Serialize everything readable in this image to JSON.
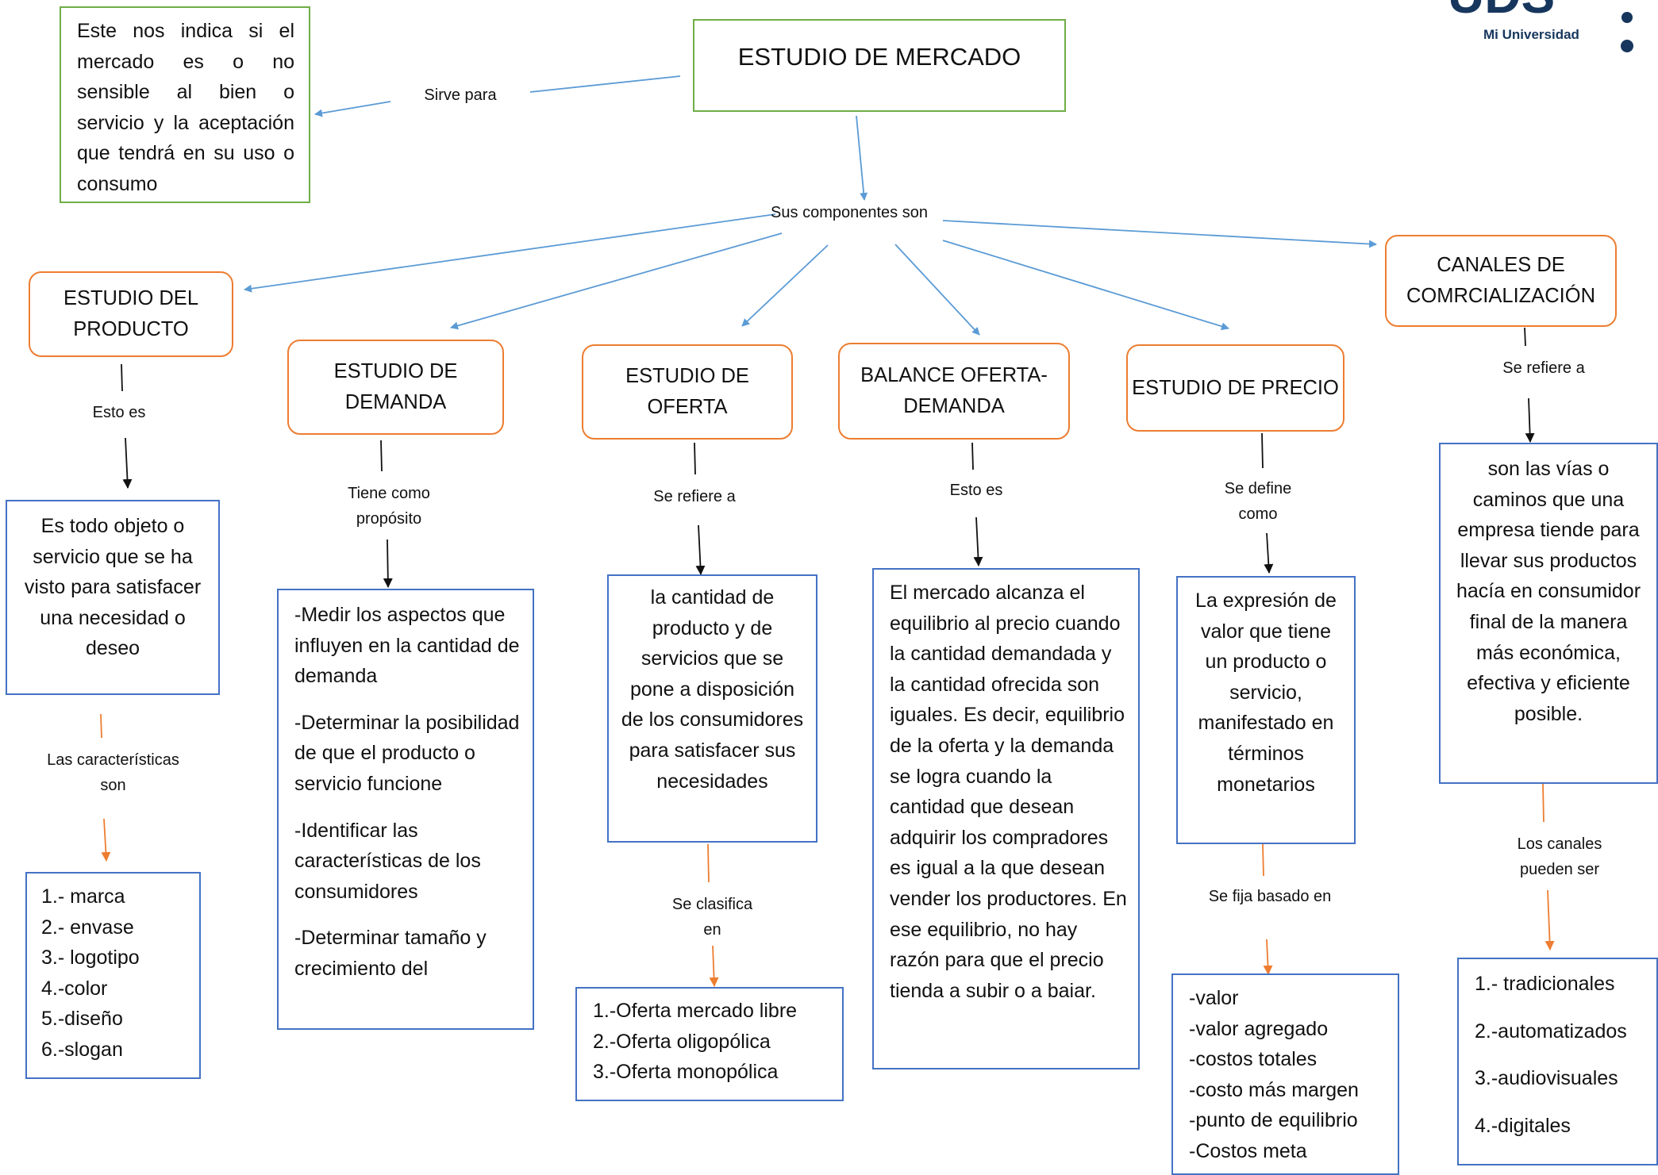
{
  "title": "ESTUDIO DE MERCADO",
  "logo": {
    "name": "UDS",
    "subtitle": "Mi Universidad"
  },
  "top_note": {
    "connector": "Sirve para",
    "text": "Este nos indica si el mercado es o no sensible al bien o servicio y la aceptación que tendrá en su uso o consumo"
  },
  "components_label": "Sus componentes son",
  "branches": {
    "producto": {
      "title": "ESTUDIO DEL PRODUCTO",
      "connector": "Esto es",
      "definition": "Es todo objeto o servicio que se ha visto para satisfacer una necesidad o deseo",
      "sub_connector": "Las características son",
      "items": [
        "1.- marca",
        "2.- envase",
        "3.- logotipo",
        "4.-color",
        "5.-diseño",
        "6.-slogan"
      ]
    },
    "demanda": {
      "title": "ESTUDIO DE DEMANDA",
      "connector": "Tiene como propósito",
      "items": [
        "-Medir los aspectos que influyen en la cantidad de demanda",
        "-Determinar la posibilidad de que el producto o servicio funcione",
        "-Identificar las características de los consumidores",
        "-Determinar tamaño y crecimiento del"
      ]
    },
    "oferta": {
      "title": "ESTUDIO DE OFERTA",
      "connector": "Se refiere a",
      "definition": "la cantidad de producto y de servicios que se pone a disposición de los consumidores para satisfacer sus necesidades",
      "sub_connector": "Se clasifica en",
      "items": [
        "1.-Oferta mercado libre",
        "2.-Oferta oligopólica",
        "3.-Oferta monopólica"
      ]
    },
    "balance": {
      "title": "BALANCE OFERTA-DEMANDA",
      "connector": "Esto es",
      "definition": "El mercado alcanza el equilibrio al precio cuando la cantidad demandada y la cantidad ofrecida son iguales. Es decir, equilibrio de la oferta y la demanda se logra cuando la cantidad que desean adquirir los compradores es igual a la que desean vender los productores. En ese equilibrio, no hay razón para que el precio tienda a subir o a baiar."
    },
    "precio": {
      "title": "ESTUDIO DE PRECIO",
      "connector": "Se define como",
      "definition": "La expresión de valor que tiene un producto o servicio, manifestado en términos monetarios",
      "sub_connector": "Se fija basado en",
      "items": [
        "-valor",
        "-valor agregado",
        "-costos totales",
        "-costo más margen",
        "-punto de equilibrio",
        "-Costos meta"
      ]
    },
    "canales": {
      "title": "CANALES DE COMRCIALIZACIÓN",
      "connector": "Se refiere a",
      "definition": "son las vías o caminos que una empresa tiende para llevar sus productos hacía en consumidor final de la manera más económica, efectiva y eficiente posible.",
      "sub_connector": "Los canales pueden ser",
      "items": [
        "1.- tradicionales",
        "2.-automatizados",
        "3.-audiovisuales",
        "4.-digitales"
      ]
    }
  },
  "colors": {
    "blue_line": "#5b9bd5",
    "black_line": "#111111",
    "orange_line": "#ed7d31",
    "green_border": "#70ad47",
    "blue_border": "#4472c4",
    "logo": "#17365d"
  }
}
